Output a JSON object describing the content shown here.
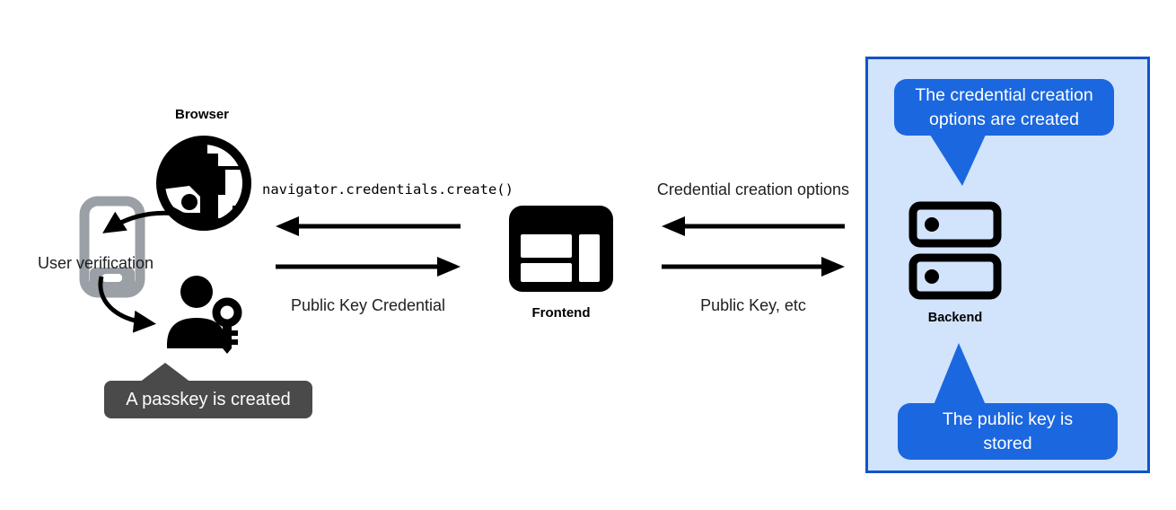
{
  "diagram": {
    "browser": {
      "label": "Browser",
      "icon": "globe-icon"
    },
    "user_verification": {
      "label": "User verification",
      "icon": "phone-icon"
    },
    "user": {
      "icon": "person-key-icon"
    },
    "passkey_tooltip": {
      "text": "A passkey is created"
    },
    "frontend": {
      "label": "Frontend",
      "icon": "browser-window-icon",
      "call_code": "navigator.credentials.create()",
      "return_label": "Public Key Credential"
    },
    "backend_flow": {
      "request_label": "Credential creation options",
      "response_label": "Public Key, etc"
    },
    "backend_panel": {
      "top_bubble": "The credential creation\noptions are created",
      "server_label": "Backend",
      "server_icon": "server-stack-icon",
      "bottom_bubble": "The public key is\nstored"
    },
    "colors": {
      "bubble_blue": "#1b67e0",
      "panel_border_blue": "#1254c8",
      "panel_fill_light_blue": "#d2e3fc",
      "tooltip_gray": "#4a4a4a",
      "phone_gray": "#9aa0a6",
      "icon_black": "#000000"
    }
  }
}
